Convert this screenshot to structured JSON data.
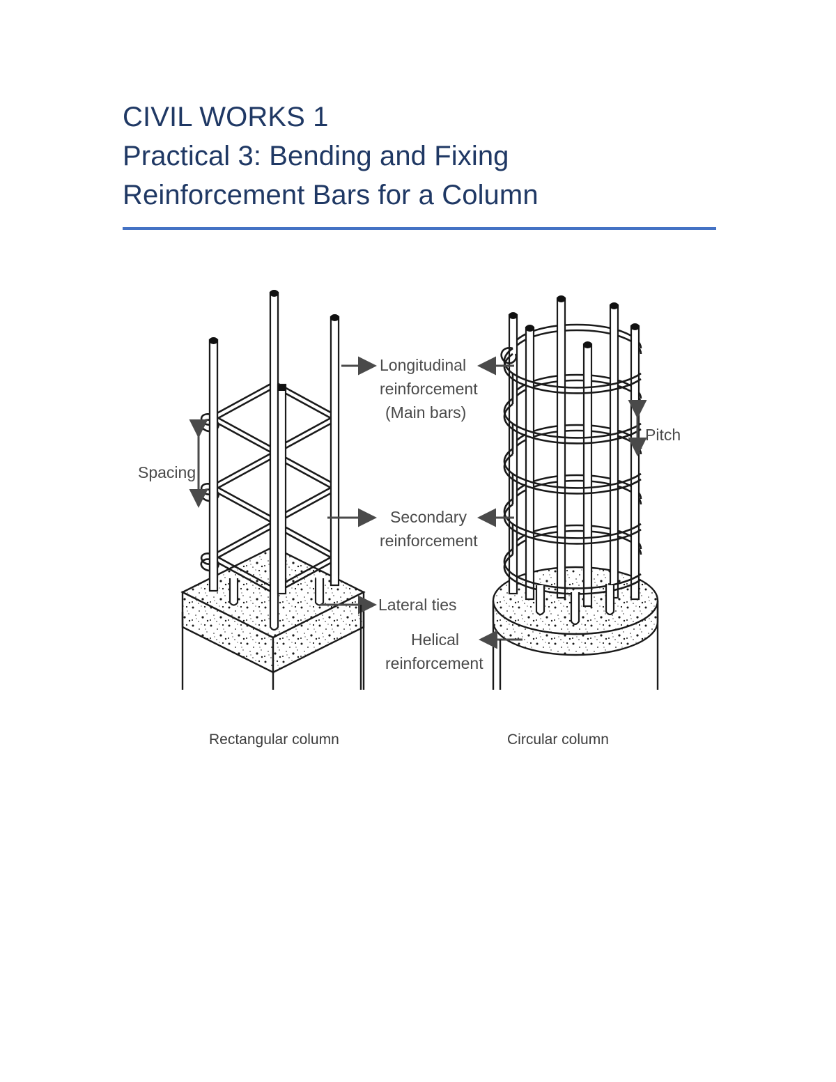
{
  "document": {
    "title_lines": [
      "CIVIL WORKS 1",
      "Practical 3: Bending and Fixing",
      "Reinforcement Bars for a Column"
    ],
    "title_color": "#1F3864",
    "rule_color": "#4472C4"
  },
  "figure": {
    "label_color": "#4a4a4a",
    "line_color": "#1a1a1a",
    "labels": {
      "spacing": "Spacing",
      "pitch": "Pitch",
      "longitudinal_line1": "Longitudinal",
      "longitudinal_line2": "reinforcement",
      "longitudinal_line3": "(Main bars)",
      "secondary_line1": "Secondary",
      "secondary_line2": "reinforcement",
      "lateral_ties": "Lateral ties",
      "helical_line1": "Helical",
      "helical_line2": "reinforcement"
    },
    "captions": {
      "rectangular": "Rectangular column",
      "circular": "Circular column"
    }
  }
}
